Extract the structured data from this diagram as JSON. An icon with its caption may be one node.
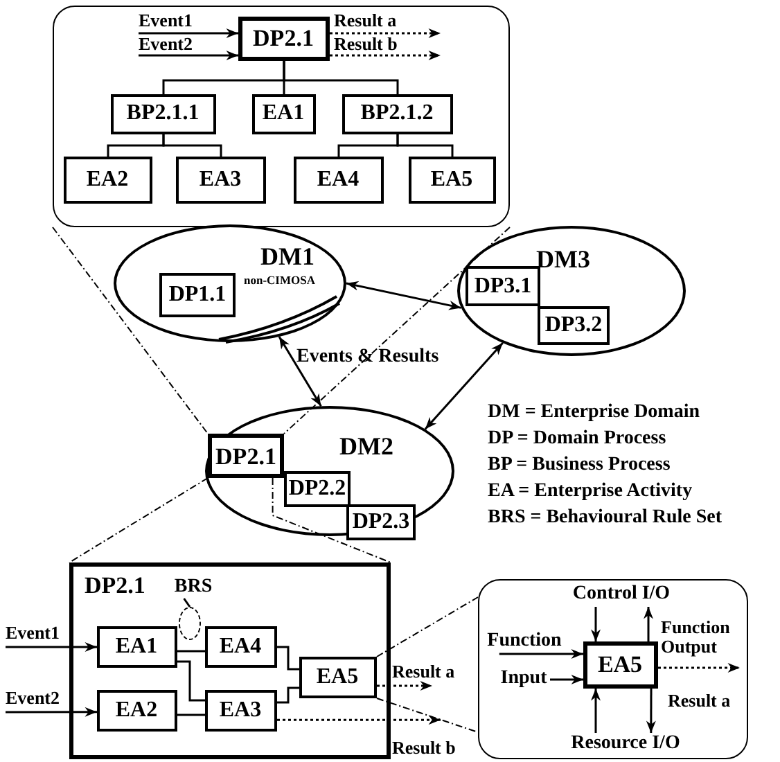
{
  "diagram": {
    "nodes": [
      {
        "text": [],
        "shape": "box"
      },
      {
        "text": [
          "DP2.1"
        ],
        "in": 0
      },
      {
        "text": [
          "BP2.1.1"
        ],
        "in": 0
      },
      {
        "text": [
          "EA1"
        ],
        "in": 0
      },
      {
        "text": [
          "BP2.1.2"
        ],
        "in": 0
      },
      {
        "text": [
          "EA2"
        ],
        "in": 0
      },
      {
        "text": [
          "EA3"
        ],
        "in": 0
      },
      {
        "text": [
          "EA4"
        ],
        "in": 0
      },
      {
        "text": [
          "EA5"
        ],
        "in": 0
      },
      {
        "text": [
          "DM1",
          "non-CIMOSA"
        ]
      },
      {
        "text": [
          "DP1.1"
        ],
        "in": 9
      },
      {
        "text": [
          "DM3"
        ]
      },
      {
        "text": [
          "DP3.1"
        ],
        "in": 11
      },
      {
        "text": [
          "DP3.2"
        ],
        "in": 11
      },
      {
        "text": [
          "DM2"
        ]
      },
      {
        "text": [
          "DP2.1"
        ],
        "in": 14
      },
      {
        "text": [
          "DP2.2"
        ],
        "in": 14
      },
      {
        "text": [
          "DP2.3"
        ],
        "in": 14
      },
      {
        "text": [
          "DP2.1"
        ]
      },
      {
        "text": [
          "BRS"
        ],
        "in": 18
      },
      {
        "text": [],
        "shape": "circle",
        "in": 18
      },
      {
        "text": [
          "EA1"
        ],
        "in": 18
      },
      {
        "text": [
          "EA4"
        ],
        "in": 18
      },
      {
        "text": [
          "EA2"
        ],
        "in": 18
      },
      {
        "text": [
          "EA3"
        ],
        "in": 18
      },
      {
        "text": [
          "EA5"
        ],
        "in": 18
      },
      {
        "text": [],
        "shape": "box"
      },
      {
        "text": [
          "Control I/O"
        ],
        "in": 26
      },
      {
        "text": [
          "Function"
        ],
        "in": 26
      },
      {
        "text": [
          "Input"
        ],
        "in": 26
      },
      {
        "text": [
          "EA5"
        ],
        "in": 26
      },
      {
        "text": [
          "Resource I/O"
        ],
        "in": 26
      }
    ],
    "edges": [
      {
        "from": null,
        "to": 1,
        "arrow": "to",
        "label": "Event1"
      },
      {
        "from": null,
        "to": 1,
        "arrow": "to",
        "label": "Event2"
      },
      {
        "from": 1,
        "to": null,
        "arrow": "to",
        "label": "Result a",
        "style": "dashed"
      },
      {
        "from": 1,
        "to": null,
        "arrow": "to",
        "label": "Result b",
        "style": "dashed"
      },
      {
        "from": 1,
        "to": 2,
        "arrow": "none"
      },
      {
        "from": 1,
        "to": 3,
        "arrow": "none"
      },
      {
        "from": 1,
        "to": 4,
        "arrow": "none"
      },
      {
        "from": 2,
        "to": 5,
        "arrow": "none"
      },
      {
        "from": 2,
        "to": 6,
        "arrow": "none"
      },
      {
        "from": 4,
        "to": 7,
        "arrow": "none"
      },
      {
        "from": 4,
        "to": 8,
        "arrow": "none"
      },
      {
        "from": 9,
        "to": 11,
        "arrow": "both"
      },
      {
        "from": 9,
        "to": 14,
        "arrow": "both"
      },
      {
        "from": 11,
        "to": 14,
        "arrow": "both"
      },
      {
        "from": 19,
        "to": 20,
        "arrow": "none"
      },
      {
        "from": null,
        "to": 21,
        "arrow": "to",
        "label": "Event1"
      },
      {
        "from": null,
        "to": 23,
        "arrow": "to",
        "label": "Event2"
      },
      {
        "from": 21,
        "to": 22,
        "arrow": "none"
      },
      {
        "from": 23,
        "to": 24,
        "arrow": "none"
      },
      {
        "from": 21,
        "to": 24,
        "arrow": "none"
      },
      {
        "from": 22,
        "to": 25,
        "arrow": "none"
      },
      {
        "from": 24,
        "to": 25,
        "arrow": "none"
      },
      {
        "from": 25,
        "to": null,
        "arrow": "to",
        "label": "Result a",
        "style": "dashed"
      },
      {
        "from": 24,
        "to": null,
        "arrow": "to",
        "label": "Result b",
        "style": "dashed"
      },
      {
        "from": 27,
        "to": 30,
        "arrow": "to"
      },
      {
        "from": 30,
        "to": 27,
        "arrow": "to"
      },
      {
        "from": 28,
        "to": 30,
        "arrow": "to"
      },
      {
        "from": 29,
        "to": 30,
        "arrow": "to"
      },
      {
        "from": 31,
        "to": 30,
        "arrow": "to"
      },
      {
        "from": 30,
        "to": 31,
        "arrow": "to"
      },
      {
        "from": 30,
        "to": null,
        "arrow": "to",
        "label": "Function Output",
        "style": "dashed"
      },
      {
        "from": 0,
        "to": 15,
        "arrow": "none",
        "style": "dashed"
      },
      {
        "from": 0,
        "to": 15,
        "arrow": "none",
        "style": "dashed"
      },
      {
        "from": 15,
        "to": 18,
        "arrow": "none",
        "style": "dashed"
      },
      {
        "from": 15,
        "to": 18,
        "arrow": "none",
        "style": "dashed"
      },
      {
        "from": 25,
        "to": 26,
        "arrow": "none",
        "style": "dashed"
      },
      {
        "from": 25,
        "to": 26,
        "arrow": "none",
        "style": "dashed"
      }
    ],
    "labels": [
      "Events & Results",
      "DM = Enterprise Domain",
      "DP = Domain Process",
      "BP = Business Process",
      "EA = Enterprise Activity",
      "BRS = Behavioural Rule Set",
      "Result a"
    ]
  }
}
